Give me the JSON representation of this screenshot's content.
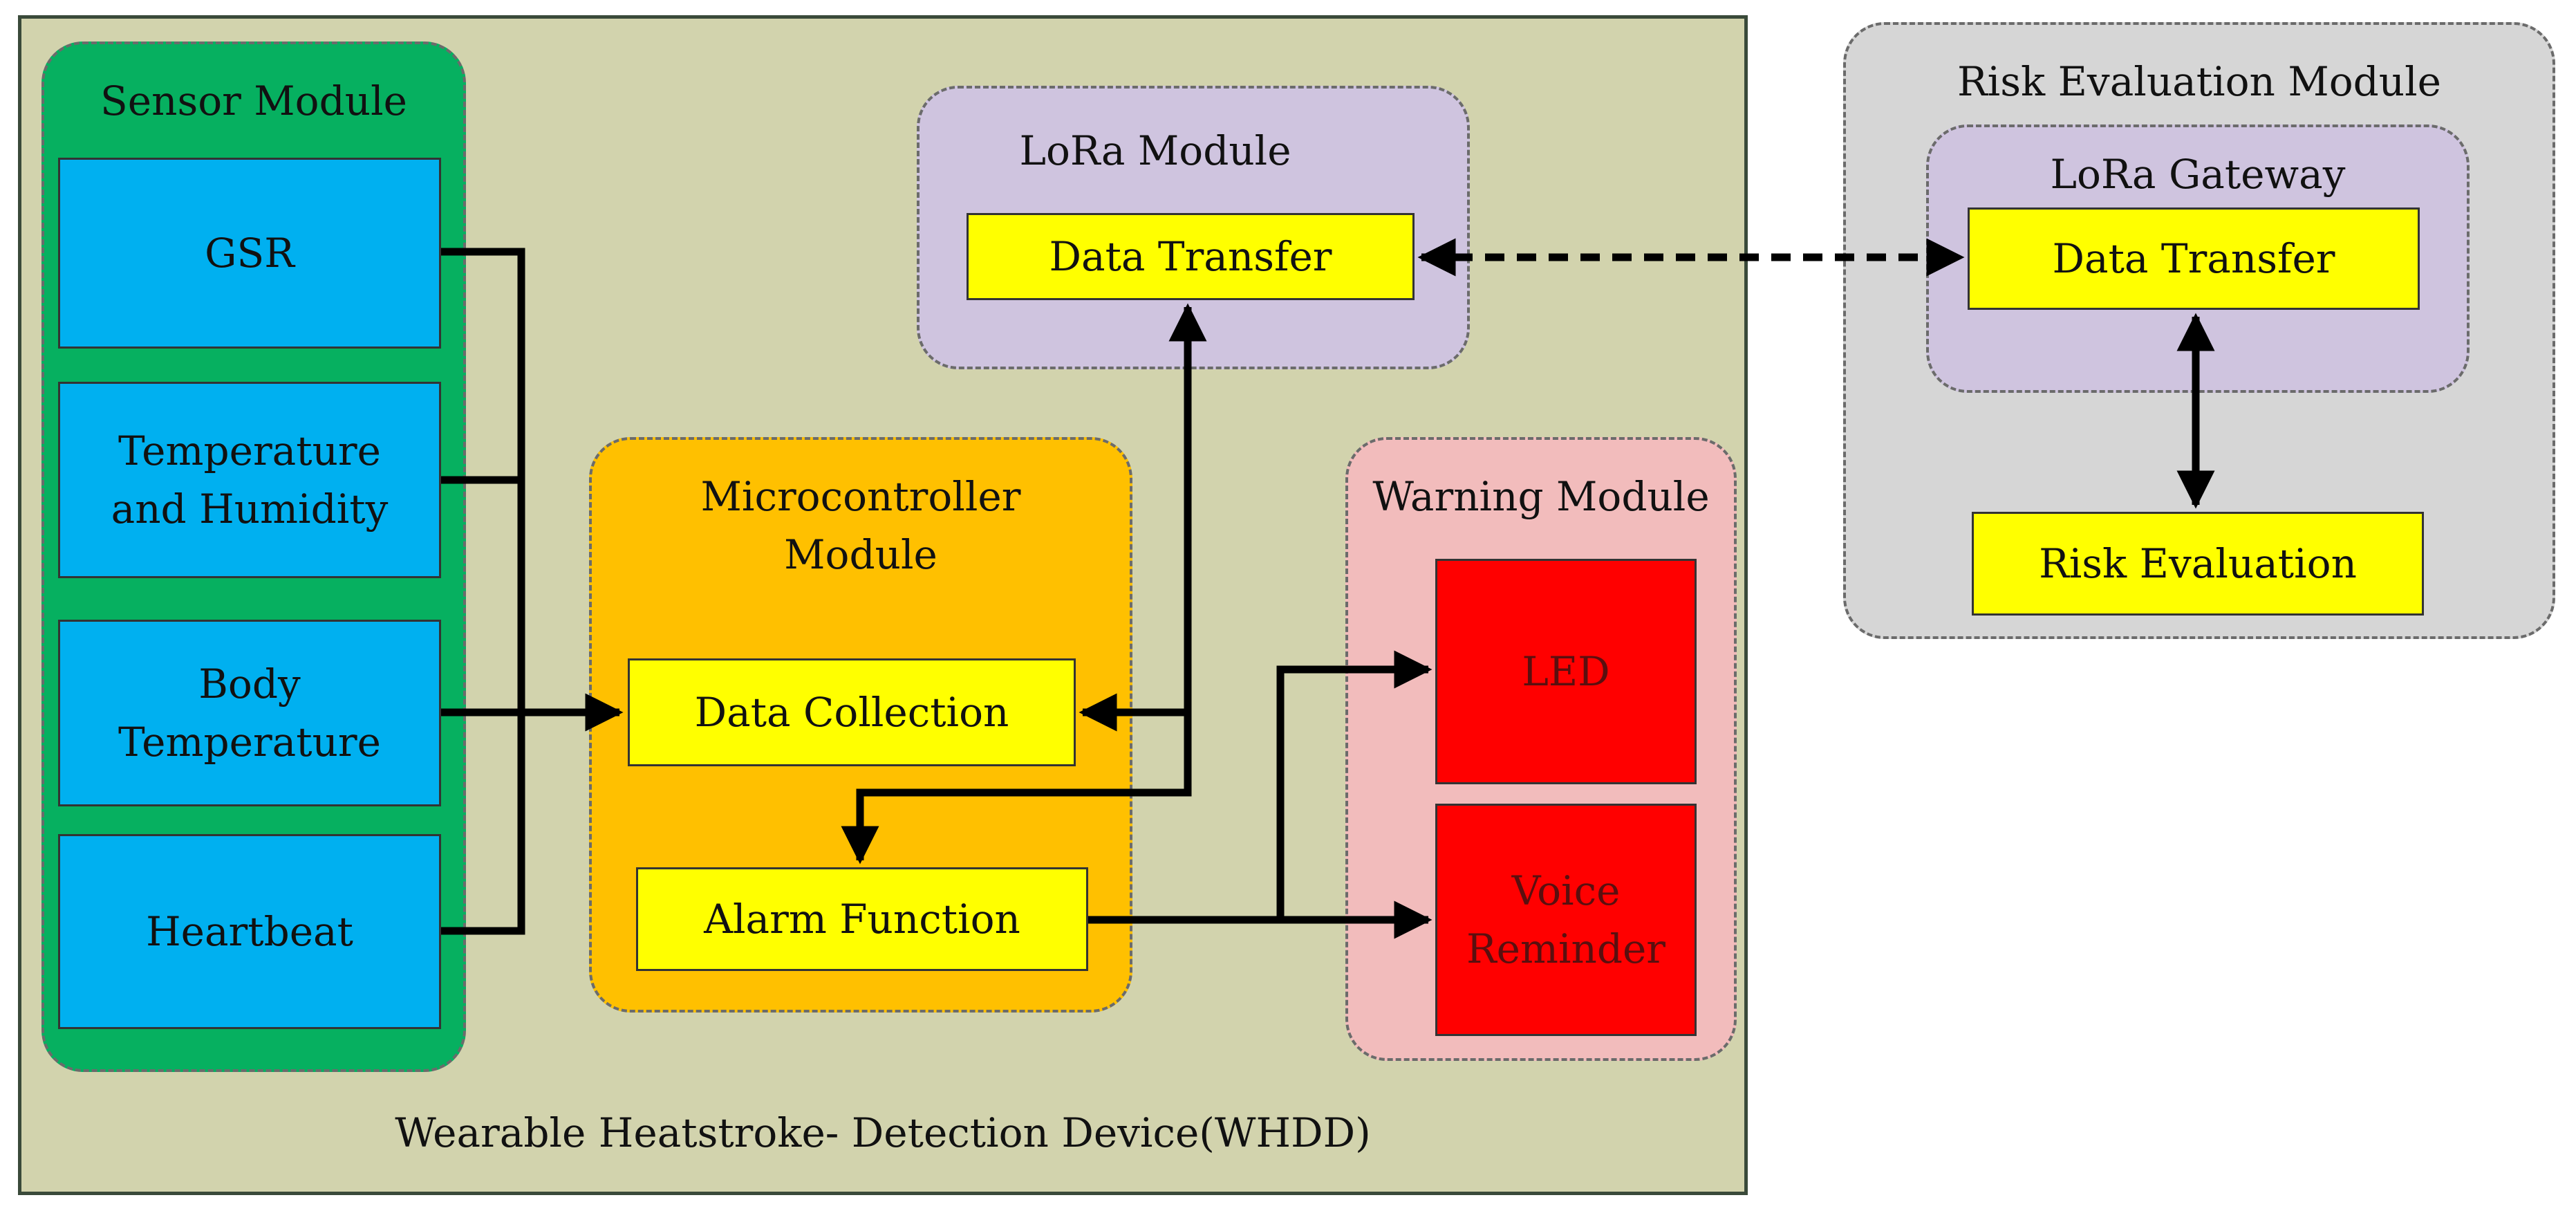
{
  "device": {
    "label": "Wearable Heatstroke- Detection Device(WHDD)"
  },
  "sensor_module": {
    "title": "Sensor Module",
    "items": [
      {
        "label": "GSR"
      },
      {
        "label": "Temperature and Humidity"
      },
      {
        "label": "Body Temperature"
      },
      {
        "label": "Heartbeat"
      }
    ]
  },
  "microcontroller_module": {
    "title": "Microcontroller Module",
    "data_collection": "Data Collection",
    "alarm_function": "Alarm Function"
  },
  "lora_module": {
    "title": "LoRa Module",
    "data_transfer": "Data Transfer"
  },
  "warning_module": {
    "title": "Warning Module",
    "led": "LED",
    "voice_reminder": "Voice Reminder"
  },
  "risk_evaluation_module": {
    "title": "Risk Evaluation Module",
    "gateway_title": "LoRa Gateway",
    "data_transfer": "Data Transfer",
    "risk_evaluation": "Risk Evaluation"
  },
  "colors": {
    "device_bg": "#d2d3ad",
    "sensor_module": "#06b060",
    "sensor_box": "#00b0f0",
    "microcontroller_module": "#ffc000",
    "function_box": "#ffff00",
    "lora_module": "#cfc4df",
    "warning_module": "#f2bcbc",
    "warning_box": "#ff0000",
    "risk_module": "#d6d6d6",
    "connector": "#000000"
  }
}
